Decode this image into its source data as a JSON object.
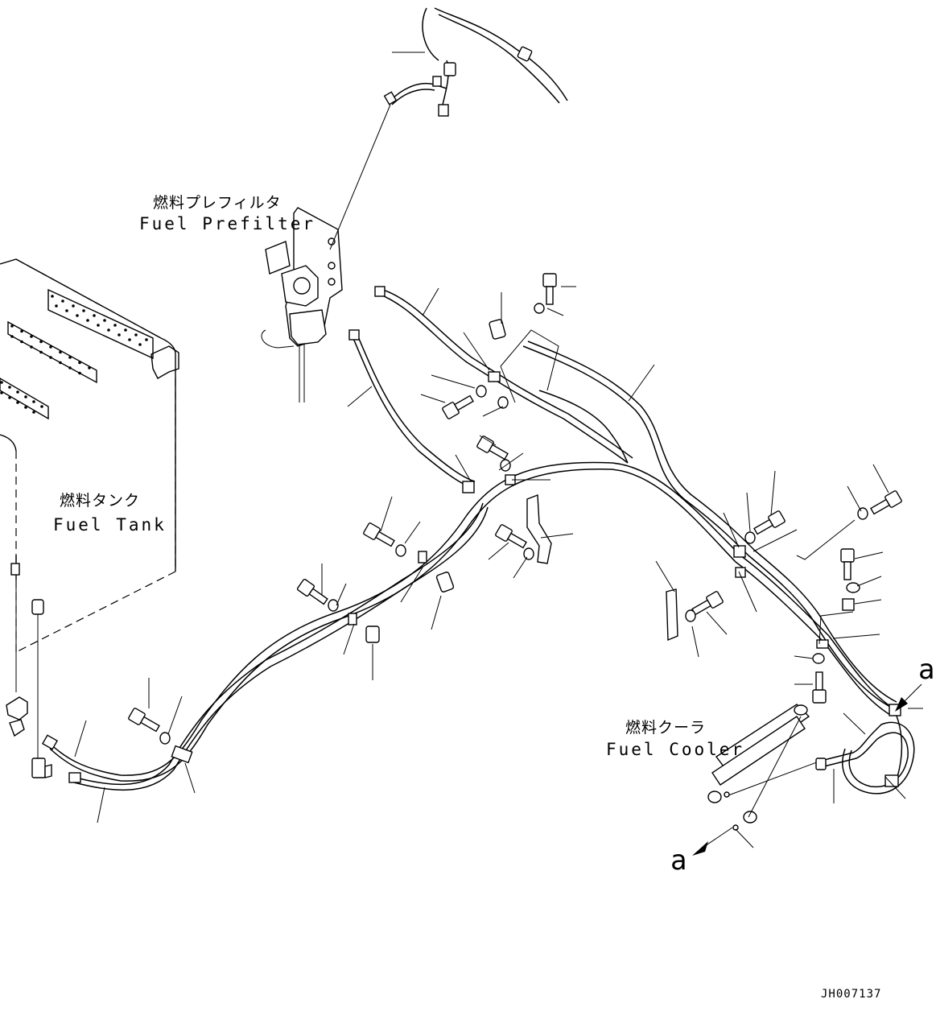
{
  "labels": {
    "fuel_prefilter_jp": "燃料プレフィルタ",
    "fuel_prefilter_en": "Fuel Prefilter",
    "fuel_tank_jp": "燃料タンク",
    "fuel_tank_en": "Fuel Tank",
    "fuel_cooler_jp": "燃料クーラ",
    "fuel_cooler_en": "Fuel Cooler",
    "view_marker_top": "a",
    "view_marker_bottom": "a",
    "drawing_code": "JH007137"
  }
}
